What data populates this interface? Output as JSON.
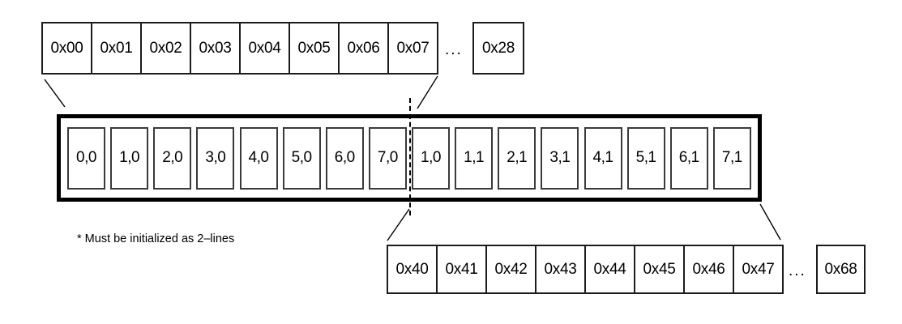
{
  "colors": {
    "line": "#000000",
    "background": "#ffffff"
  },
  "top_row": {
    "cells": [
      "0x00",
      "0x01",
      "0x02",
      "0x03",
      "0x04",
      "0x05",
      "0x06",
      "0x07"
    ],
    "ellipsis": "...",
    "last_cell": "0x28"
  },
  "display_line": {
    "cells": [
      "0,0",
      "1,0",
      "2,0",
      "3,0",
      "4,0",
      "5,0",
      "6,0",
      "7,0",
      "1,0",
      "1,1",
      "2,1",
      "3,1",
      "4,1",
      "5,1",
      "6,1",
      "7,1"
    ]
  },
  "bottom_row": {
    "cells": [
      "0x40",
      "0x41",
      "0x42",
      "0x43",
      "0x44",
      "0x45",
      "0x46",
      "0x47"
    ],
    "ellipsis": "...",
    "last_cell": "0x68"
  },
  "note": "* Must be initialized as 2–lines"
}
